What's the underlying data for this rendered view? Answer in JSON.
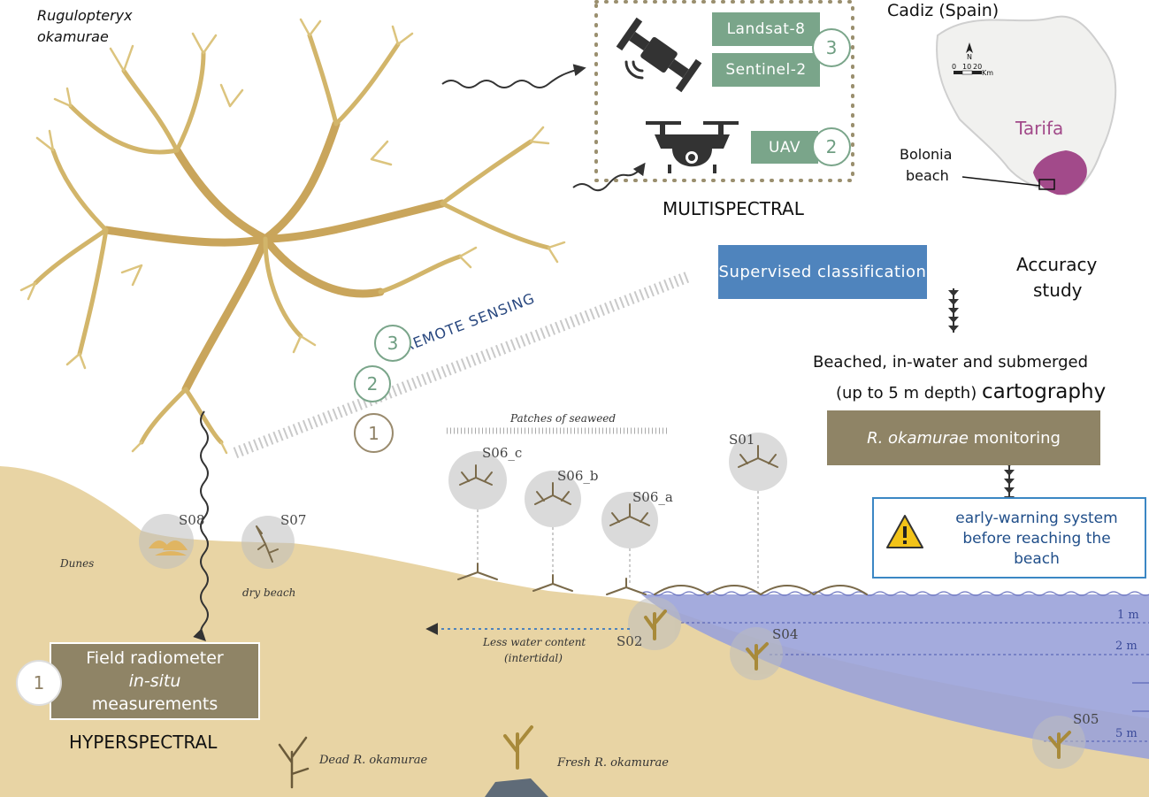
{
  "species": {
    "line1": "Rugulopteryx",
    "line2": "okamurae"
  },
  "map": {
    "region": "Cadiz (Spain)",
    "town": "Tarifa",
    "beach_line1": "Bolonia",
    "beach_line2": "beach",
    "north": "N",
    "scale": [
      "0",
      "10",
      "20"
    ],
    "scale_unit": "Km"
  },
  "multispectral": {
    "sensors": [
      "Landsat-8",
      "Sentinel-2"
    ],
    "sensor_badge": "3",
    "uav": "UAV",
    "uav_badge": "2",
    "label": "MULTISPECTRAL"
  },
  "workflow": {
    "classification": "Supervised classification",
    "accuracy_line1": "Accuracy",
    "accuracy_line2": "study",
    "carto_line1": "Beached, in-water and submerged",
    "carto_line2_prefix": "(up to 5 m depth)",
    "carto_line2_word": "cartography",
    "monitoring_species": "R. okamurae",
    "monitoring_word": "monitoring",
    "warning_line1": "early-warning system",
    "warning_line2": "before reaching the",
    "warning_line3": "beach"
  },
  "remote_sensing": {
    "label": "REMOTE SENSING",
    "levels": [
      "3",
      "2",
      "1"
    ]
  },
  "hyperspectral": {
    "badge": "1",
    "line1": "Field radiometer",
    "line2": "in-situ",
    "line3": "measurements",
    "label": "HYPERSPECTRAL"
  },
  "scene": {
    "patches": "Patches of seaweed",
    "dunes": "Dunes",
    "dry_beach": "dry beach",
    "less_water_line1": "Less water content",
    "less_water_line2": "(intertidal)",
    "dead": "Dead R. okamurae",
    "fresh": "Fresh R. okamurae"
  },
  "sites": {
    "s08": "S08",
    "s07": "S07",
    "s06c": "S06_c",
    "s06b": "S06_b",
    "s06a": "S06_a",
    "s01": "S01",
    "s02": "S02",
    "s04": "S04",
    "s05": "S05"
  },
  "depths": [
    "1 m",
    "2 m",
    "5 m"
  ],
  "colors": {
    "sand": "#e8d4a4",
    "sea": "#9aa2d9",
    "tan_box": "#8f8466",
    "blue_box": "#4f84bd",
    "green_box": "#7aa58a",
    "warning_border": "#3b87c4",
    "tarifa": "#a24a8a",
    "alga": "#c8a44a"
  }
}
